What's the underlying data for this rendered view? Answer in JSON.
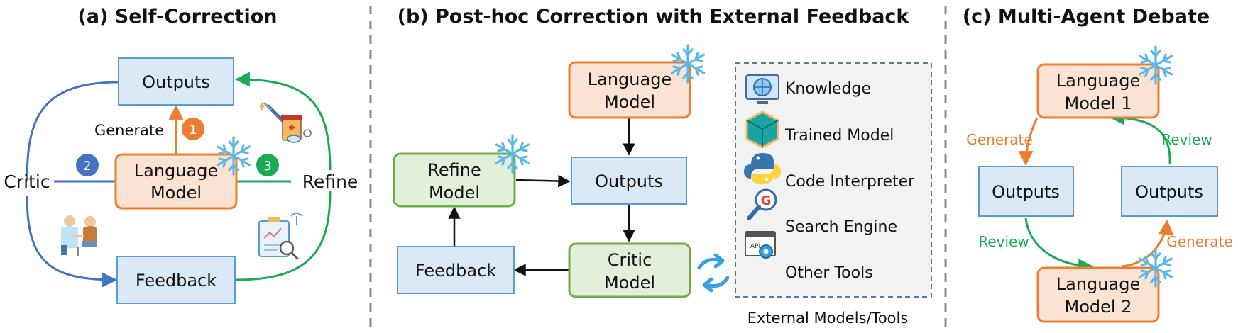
{
  "panels": {
    "a": {
      "title": "(a) Self-Correction",
      "outputs": "Outputs",
      "lm_line1": "Language",
      "lm_line2": "Model",
      "feedback": "Feedback",
      "critic": "Critic",
      "refine": "Refine",
      "generate": "Generate",
      "step1": "1",
      "step2": "2",
      "step3": "3"
    },
    "b": {
      "title": "(b) Post-hoc Correction with External Feedback",
      "lm_line1": "Language",
      "lm_line2": "Model",
      "outputs": "Outputs",
      "refine_line1": "Refine",
      "refine_line2": "Model",
      "critic_line1": "Critic",
      "critic_line2": "Model",
      "feedback": "Feedback",
      "tools": [
        "Knowledge",
        "Trained Model",
        "Code Interpreter",
        "Search Engine",
        "Other Tools"
      ],
      "tools_caption": "External Models/Tools",
      "api_label": "API"
    },
    "c": {
      "title": "(c) Multi-Agent Debate",
      "lm1_line1": "Language",
      "lm1_line2": "Model 1",
      "lm2_line1": "Language",
      "lm2_line2": "Model 2",
      "outputs_left": "Outputs",
      "outputs_right": "Outputs",
      "generate_top": "Generate",
      "review_top": "Review",
      "review_bottom": "Review",
      "generate_bottom": "Generate"
    }
  },
  "colors": {
    "blue_box_fill": "#dbe8f6",
    "blue_box_stroke": "#5b9bd5",
    "orange_box_fill": "#fbe3d4",
    "orange_box_stroke": "#ed7d31",
    "green_box_fill": "#e2efda",
    "green_box_stroke": "#70ad47",
    "arrow_blue": "#4472c4",
    "arrow_green": "#1aaa55",
    "arrow_orange": "#ed7d31",
    "snowflake": "#5bb7ea"
  }
}
